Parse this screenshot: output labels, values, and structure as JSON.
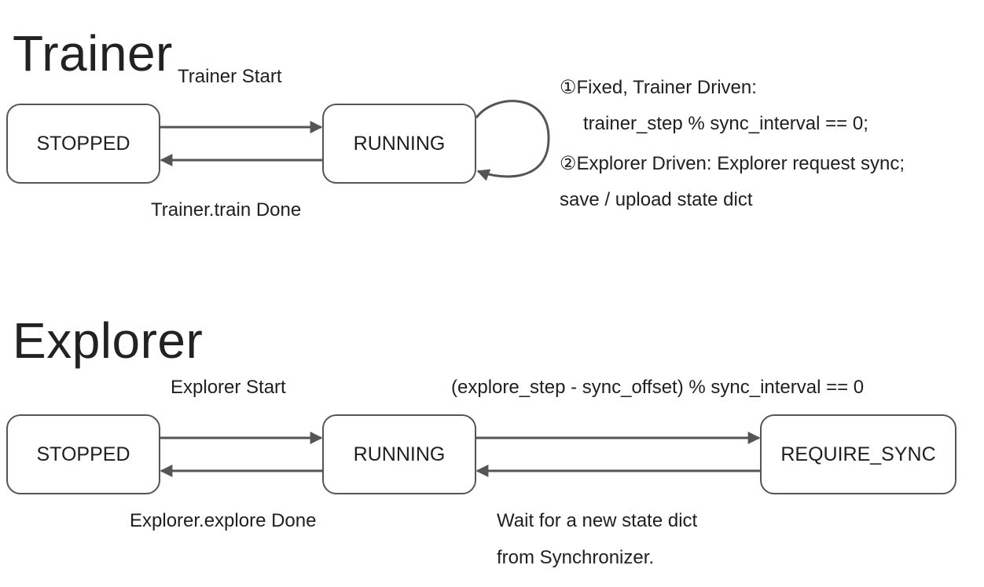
{
  "trainer": {
    "title": "Trainer",
    "states": {
      "stopped": "STOPPED",
      "running": "RUNNING"
    },
    "start_label": "Trainer Start",
    "done_label": "Trainer.train Done",
    "notes": [
      "①Fixed, Trainer Driven:",
      "trainer_step % sync_interval == 0;",
      "②Explorer Driven: Explorer request sync;",
      "save / upload state dict"
    ]
  },
  "explorer": {
    "title": "Explorer",
    "states": {
      "stopped": "STOPPED",
      "running": "RUNNING",
      "require_sync": "REQUIRE_SYNC"
    },
    "start_label": "Explorer Start",
    "done_label": "Explorer.explore Done",
    "sync_condition": "(explore_step - sync_offset) % sync_interval == 0",
    "wait_lines": [
      "Wait for a new state dict",
      "from Synchronizer."
    ]
  },
  "colors": {
    "stroke": "#555555",
    "text": "#1f1f1f"
  }
}
